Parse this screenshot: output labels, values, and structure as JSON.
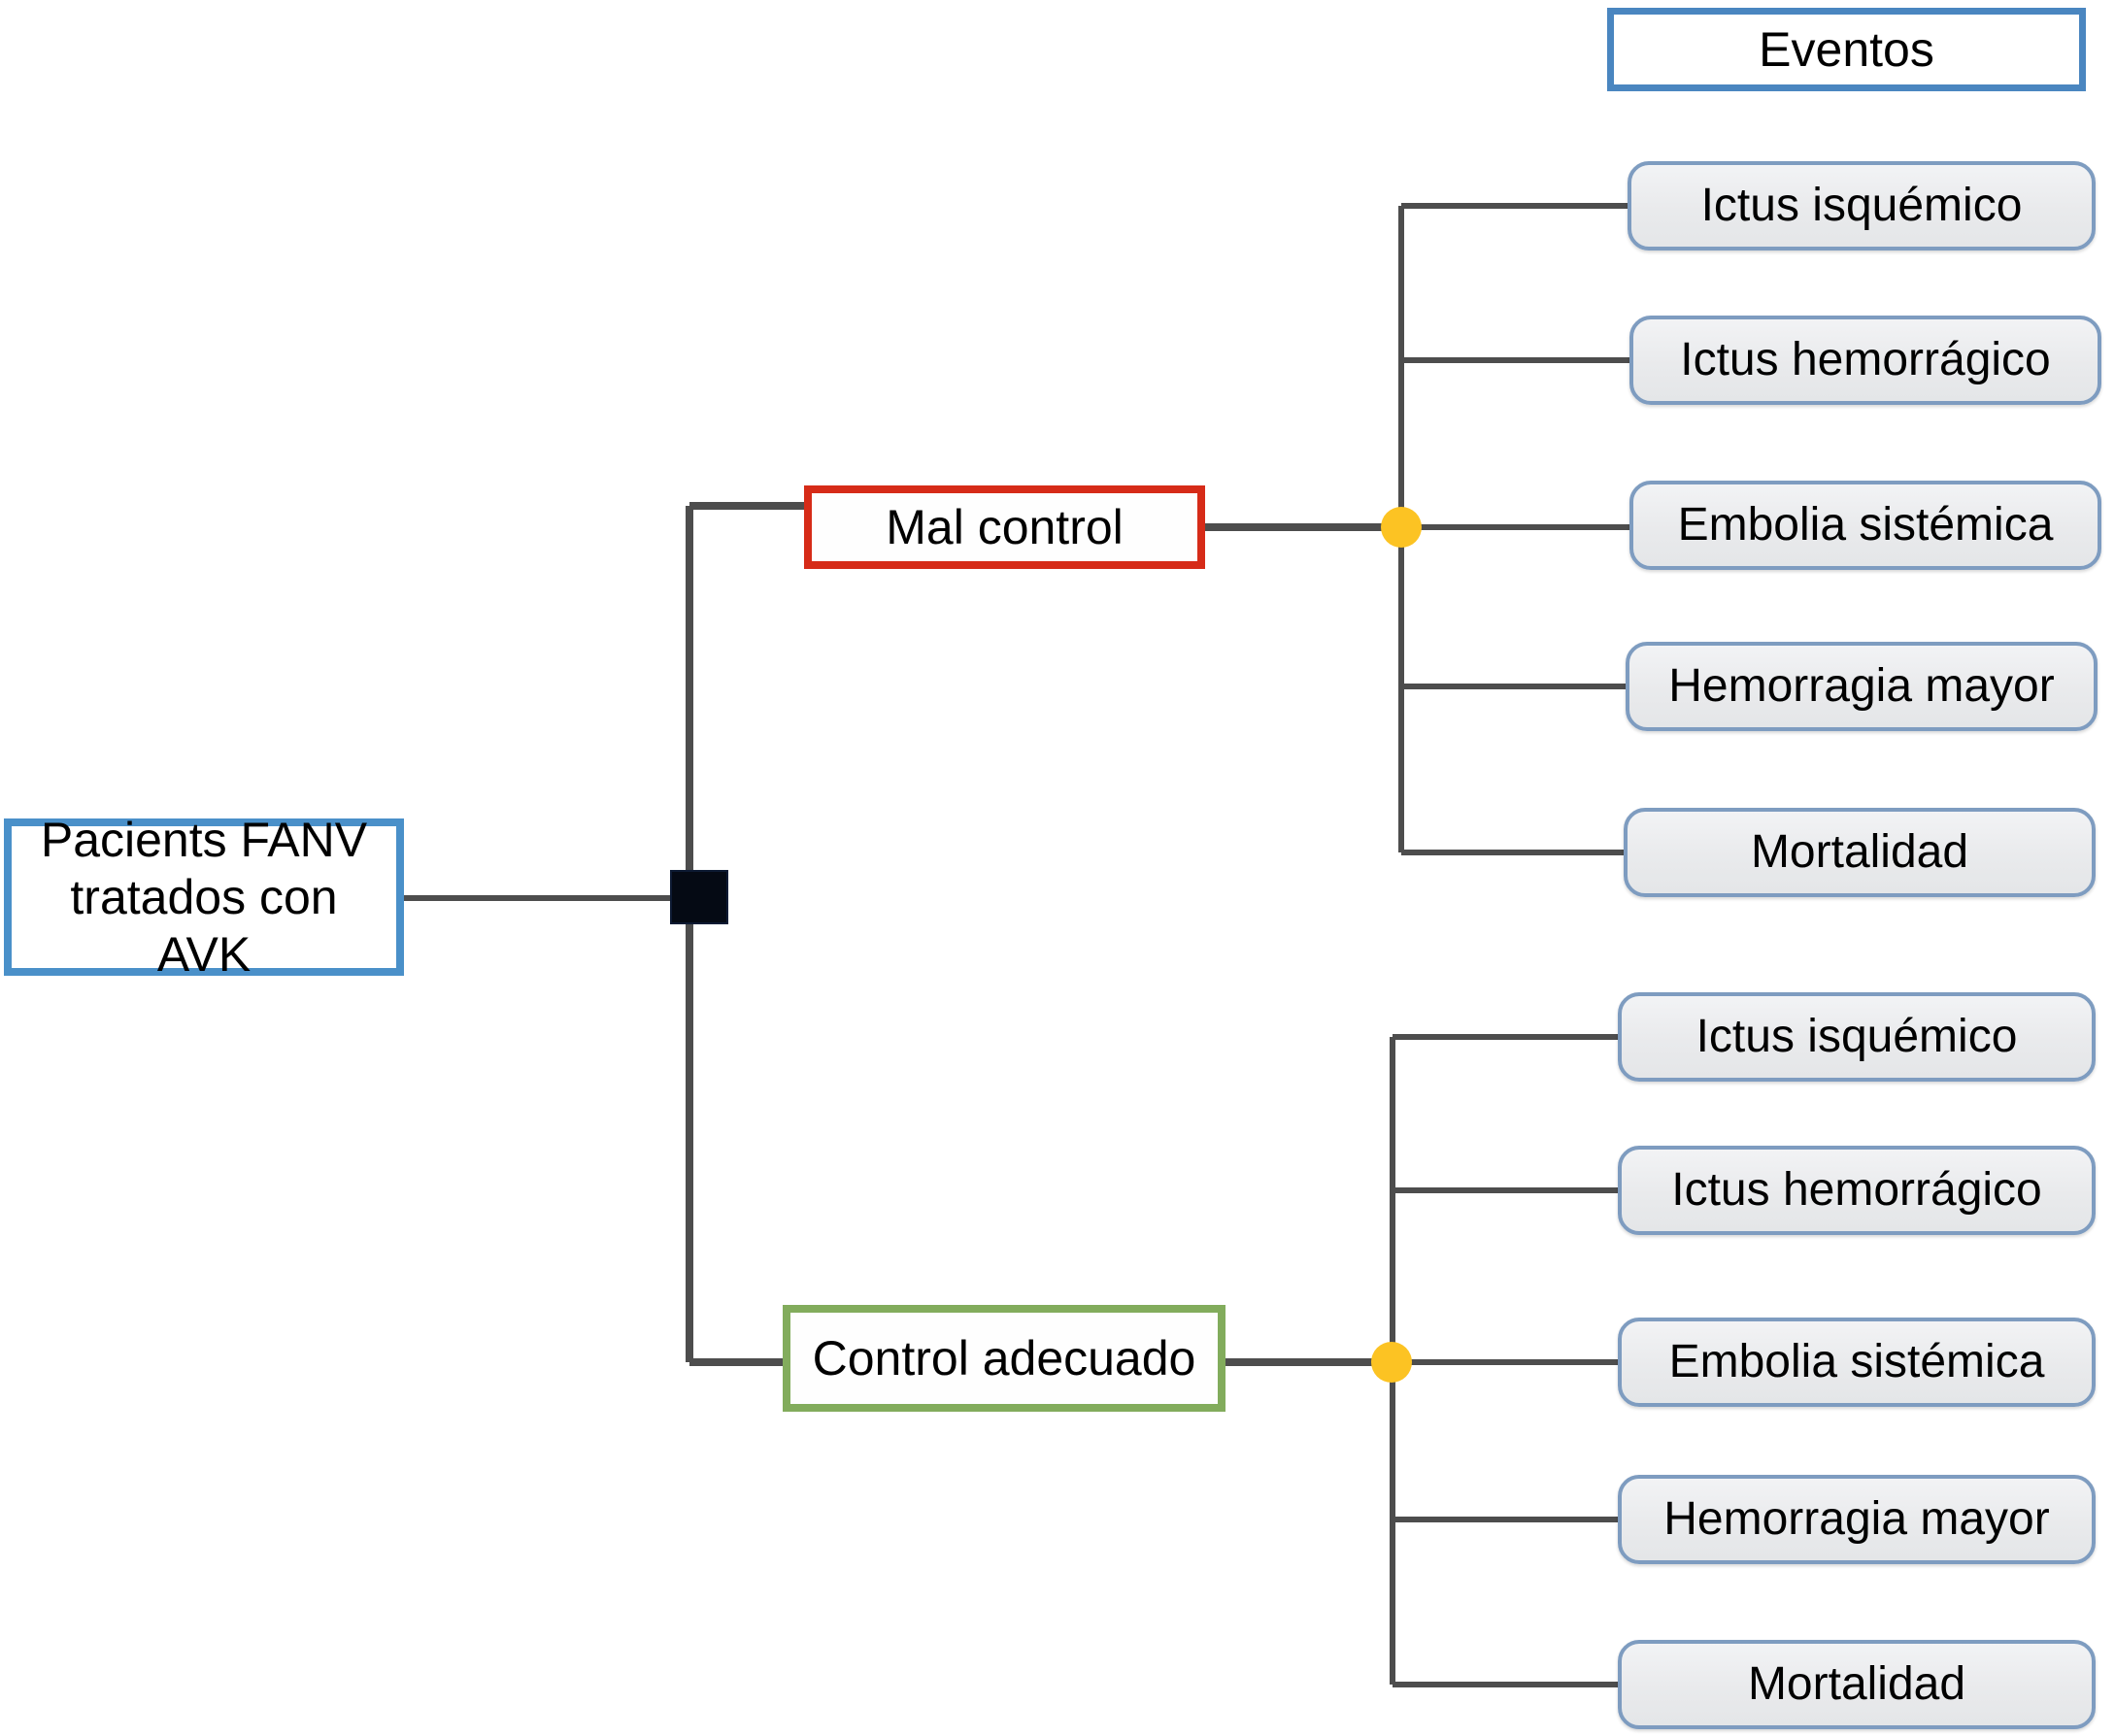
{
  "diagram": {
    "type": "tree-flowchart",
    "orientation": "left-to-right",
    "background_color": "#ffffff",
    "root": {
      "label": "Pacients FANV\ntratados con AVK",
      "border_color": "#4a90c9",
      "fill_color": "#ffffff"
    },
    "header": {
      "label": "Eventos",
      "border_color": "#4a86c0",
      "fill_color": "#ffffff"
    },
    "branches": [
      {
        "id": "mal-control",
        "label": "Mal control",
        "border_color": "#d62b18",
        "fill_color": "#ffffff",
        "junction_color": "#fcc323",
        "events": [
          {
            "label": "Ictus isquémico"
          },
          {
            "label": "Ictus hemorrágico"
          },
          {
            "label": "Embolia sistémica"
          },
          {
            "label": "Hemorragia mayor"
          },
          {
            "label": "Mortalidad"
          }
        ]
      },
      {
        "id": "control-adecuado",
        "label": "Control adecuado",
        "border_color": "#82ac5c",
        "fill_color": "#ffffff",
        "junction_color": "#fcc323",
        "events": [
          {
            "label": "Ictus isquémico"
          },
          {
            "label": "Ictus hemorrágico"
          },
          {
            "label": "Embolia sistémica"
          },
          {
            "label": "Hemorragia mayor"
          },
          {
            "label": "Mortalidad"
          }
        ]
      }
    ],
    "junctions": {
      "root_split_color": "#050a14",
      "branch_split_color": "#fcc323"
    },
    "connector_color": "#4d4d4d",
    "leaf_style": {
      "border_color": "#7e9cc0",
      "fill_color": "#eceef0"
    }
  }
}
